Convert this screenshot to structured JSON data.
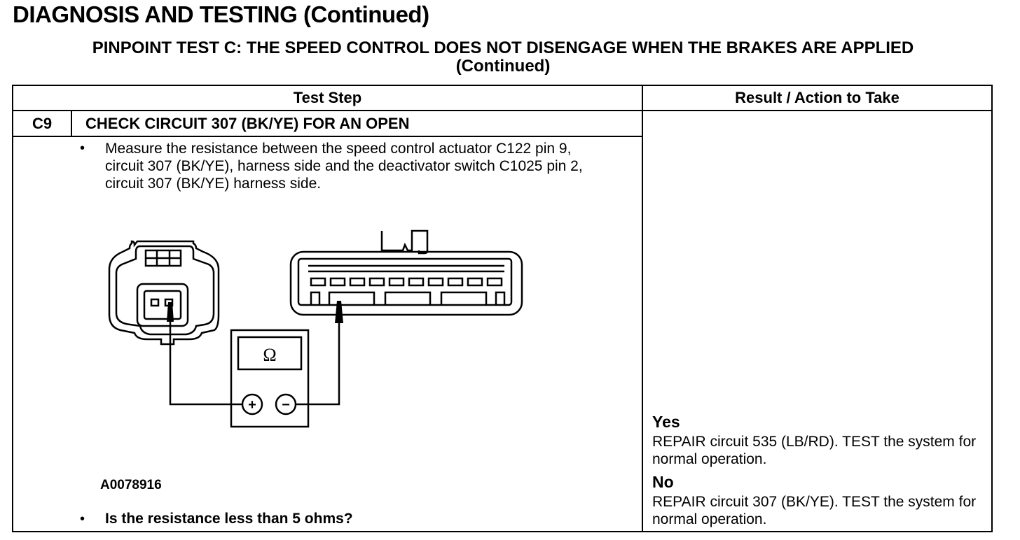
{
  "page_title": "DIAGNOSIS AND TESTING (Continued)",
  "test_title_line1": "PINPOINT TEST  C: THE SPEED CONTROL DOES NOT DISENGAGE WHEN THE BRAKES ARE APPLIED",
  "test_title_line2": "(Continued)",
  "table": {
    "col_test_step": "Test Step",
    "col_result": "Result / Action to Take"
  },
  "step": {
    "id": "C9",
    "title": "CHECK CIRCUIT 307 (BK/YE) FOR AN OPEN",
    "bullet": "•",
    "instruction": "Measure the resistance between the speed control actuator C122 pin 9, circuit 307 (BK/YE), harness side and the deactivator switch C1025 pin 2, circuit 307 (BK/YE) harness side.",
    "figure_id": "A0078916",
    "question": "Is the resistance less than 5 ohms?"
  },
  "meter_symbol": "Ω",
  "meter_plus": "+",
  "meter_minus": "−",
  "results": [
    {
      "label": "Yes",
      "action": "REPAIR circuit 535 (LB/RD). TEST the system for normal operation."
    },
    {
      "label": "No",
      "action": "REPAIR circuit 307 (BK/YE). TEST the system for normal operation."
    }
  ]
}
